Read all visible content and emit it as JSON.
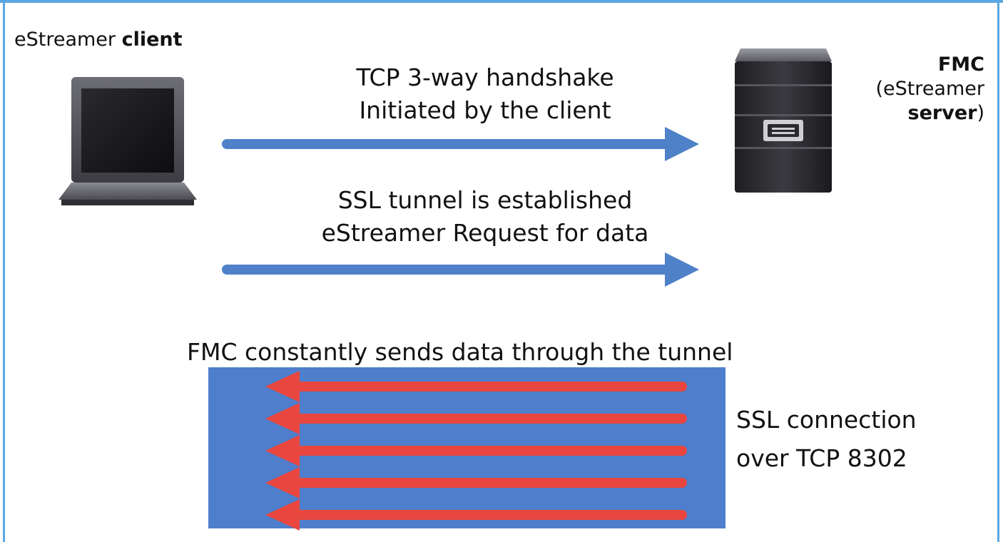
{
  "client": {
    "title_prefix": "eStreamer ",
    "title_bold": "client"
  },
  "server": {
    "line1": "FMC",
    "line2": "(eStreamer",
    "line3_bold": "server",
    "line3_suffix": ")"
  },
  "arrows": {
    "first": {
      "line1": "TCP 3-way handshake",
      "line2": "Initiated by the client"
    },
    "second": {
      "line1": "SSL tunnel is established",
      "line2": "eStreamer Request for data"
    }
  },
  "tunnel": {
    "title": "FMC constantly sends data through the tunnel",
    "arrow_count": 5
  },
  "ssl_note": {
    "line1": "SSL connection",
    "line2": "over TCP 8302"
  },
  "colors": {
    "request_arrow": "#4f81c9",
    "data_arrow": "#e8463e",
    "tunnel_fill": "#4f7fcc",
    "frame_border": "#5aa7e2"
  }
}
